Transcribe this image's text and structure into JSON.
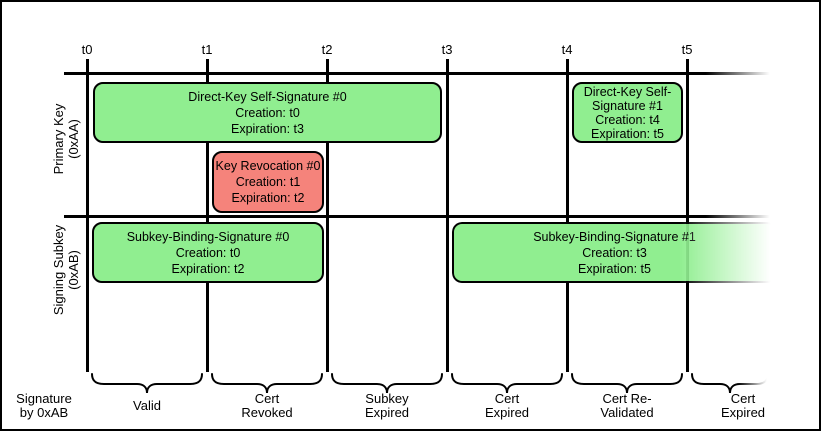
{
  "diagram": {
    "ticks": [
      "t0",
      "t1",
      "t2",
      "t3",
      "t4",
      "t5"
    ],
    "rows": [
      {
        "label": "Primary Key\n(0xAA)"
      },
      {
        "label": "Signing Subkey\n(0xAB)"
      }
    ],
    "boxes": [
      {
        "title": "Direct-Key Self-Signature #0",
        "creation": "Creation: t0",
        "expiration": "Expiration: t3",
        "fill": "#90EE90",
        "status": "valid"
      },
      {
        "title": "Key Revocation #0",
        "creation": "Creation: t1",
        "expiration": "Expiration: t2",
        "fill": "#F5837B",
        "status": "revocation"
      },
      {
        "title": "Direct-Key Self-Signature #1",
        "creation": "Creation: t4",
        "expiration": "Expiration: t5",
        "fill": "#90EE90",
        "status": "valid"
      },
      {
        "title": "Subkey-Binding-Signature #0",
        "creation": "Creation: t0",
        "expiration": "Expiration: t2",
        "fill": "#90EE90",
        "status": "valid"
      },
      {
        "title": "Subkey-Binding-Signature #1",
        "creation": "Creation: t3",
        "expiration": "Expiration: t5",
        "fill": "#90EE90",
        "status": "valid"
      }
    ],
    "footer": {
      "axis_label": "Signature\nby 0xAB",
      "periods": [
        "Valid",
        "Cert\nRevoked",
        "Subkey\nExpired",
        "Cert\nExpired",
        "Cert Re-\nValidated",
        "Cert\nExpired"
      ]
    },
    "colors": {
      "valid_fill": "#90EE90",
      "revoked_fill": "#F5837B",
      "line": "#000000",
      "background": "#FFFFFF"
    }
  }
}
